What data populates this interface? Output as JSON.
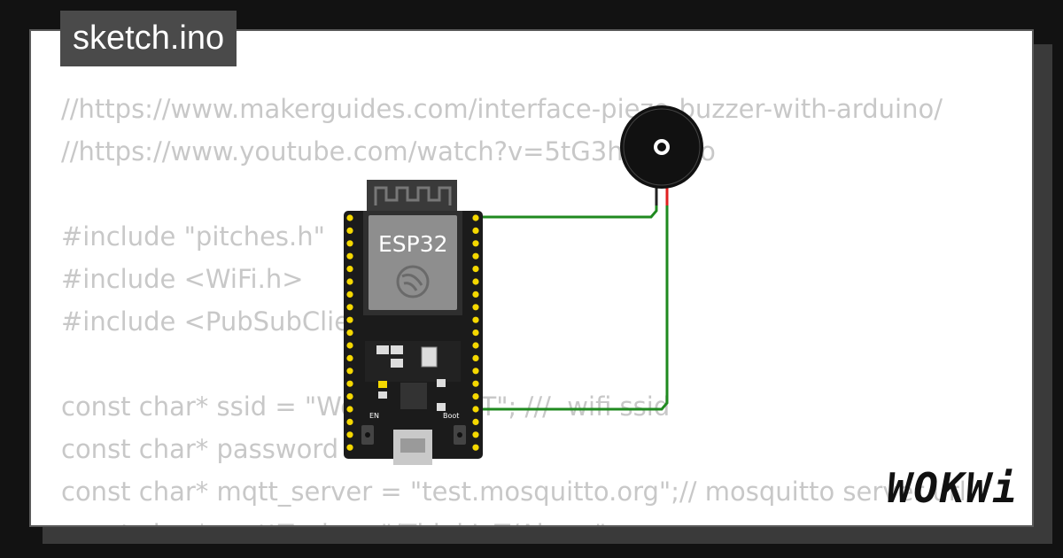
{
  "tab": {
    "filename": "sketch.ino"
  },
  "code_lines": [
    "//https://www.makerguides.com/interface-piezo-buzzer-with-arduino/",
    "//https://www.youtube.com/watch?v=5tG3hU7BbJo",
    "",
    "#include \"pitches.h\"",
    "#include <WiFi.h>",
    "#include <PubSubClient.h>",
    "",
    "const char* ssid = \"Wokwi-GUEST\"; ///  wifi ssid",
    "const char* password = \"\";",
    "const char* mqtt_server = \"test.mosquitto.org\";// mosquitto server url",
    "const char* mqttTopic = \"/ThinkIoT/Alarm\";"
  ],
  "board": {
    "label": "ESP32",
    "button_en": "EN",
    "button_boot": "Boot"
  },
  "brand": {
    "logo": "WOKWi"
  },
  "colors": {
    "wire_gnd": "#1f8a1f",
    "wire_signal": "#1f8a1f",
    "buzzer_pin_red": "#e02020",
    "pin_yellow": "#f5d800"
  }
}
